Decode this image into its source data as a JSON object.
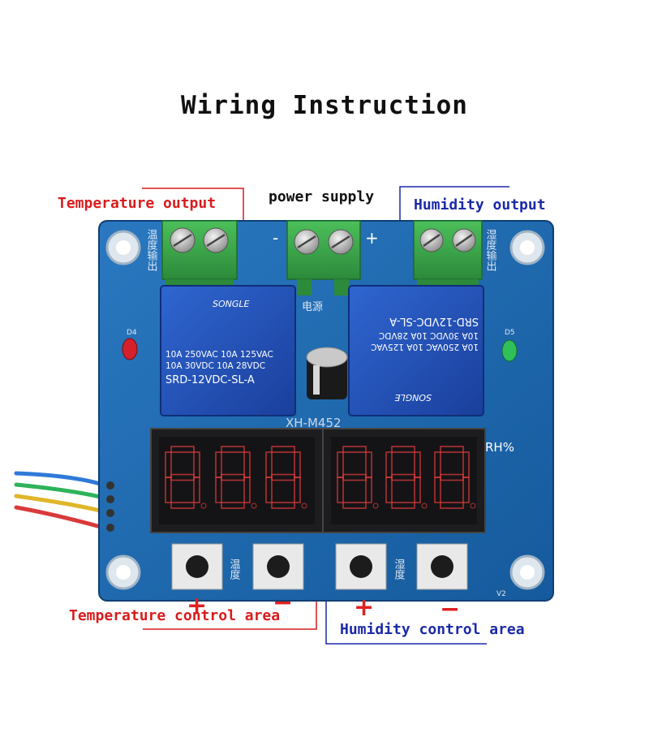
{
  "title": "Wiring Instruction",
  "labels": {
    "temperature_output": "Temperature output",
    "power_supply": "power supply",
    "humidity_output": "Humidity output",
    "temperature_control_area": "Temperature control area",
    "humidity_control_area": "Humidity control area"
  },
  "board": {
    "model": "XH-M452",
    "unit": "RH%",
    "version": "V2",
    "led_left": "D4",
    "led_right": "D5",
    "terminal_minus": "-",
    "terminal_plus": "+",
    "cn_temp_output": "温度输出",
    "cn_humidity_output": "湿度输出",
    "cn_power": "电源",
    "cn_temp": "温度",
    "cn_humidity": "湿度",
    "relay_left": {
      "brand": "SONGLE",
      "line1": "10A 250VAC  10A 125VAC",
      "line2": "10A  30VDC  10A  28VDC",
      "model": "SRD-12VDC-SL-A"
    },
    "relay_right": {
      "brand": "SONGLE",
      "line1": "10A 250VAC  10A 125VAC",
      "line2": "10A  30VDC  10A  28VDC",
      "model": "SRD-12VDC-SL-A"
    }
  },
  "buttons": {
    "plus": "+",
    "minus": "−"
  },
  "colors": {
    "pcb": "#1d63a8",
    "terminal": "#3aa14a",
    "relay": "#1f4fb5",
    "display_digit": "#e23b3b",
    "label_red": "#d91c1c",
    "label_blue": "#1b2aa8"
  }
}
